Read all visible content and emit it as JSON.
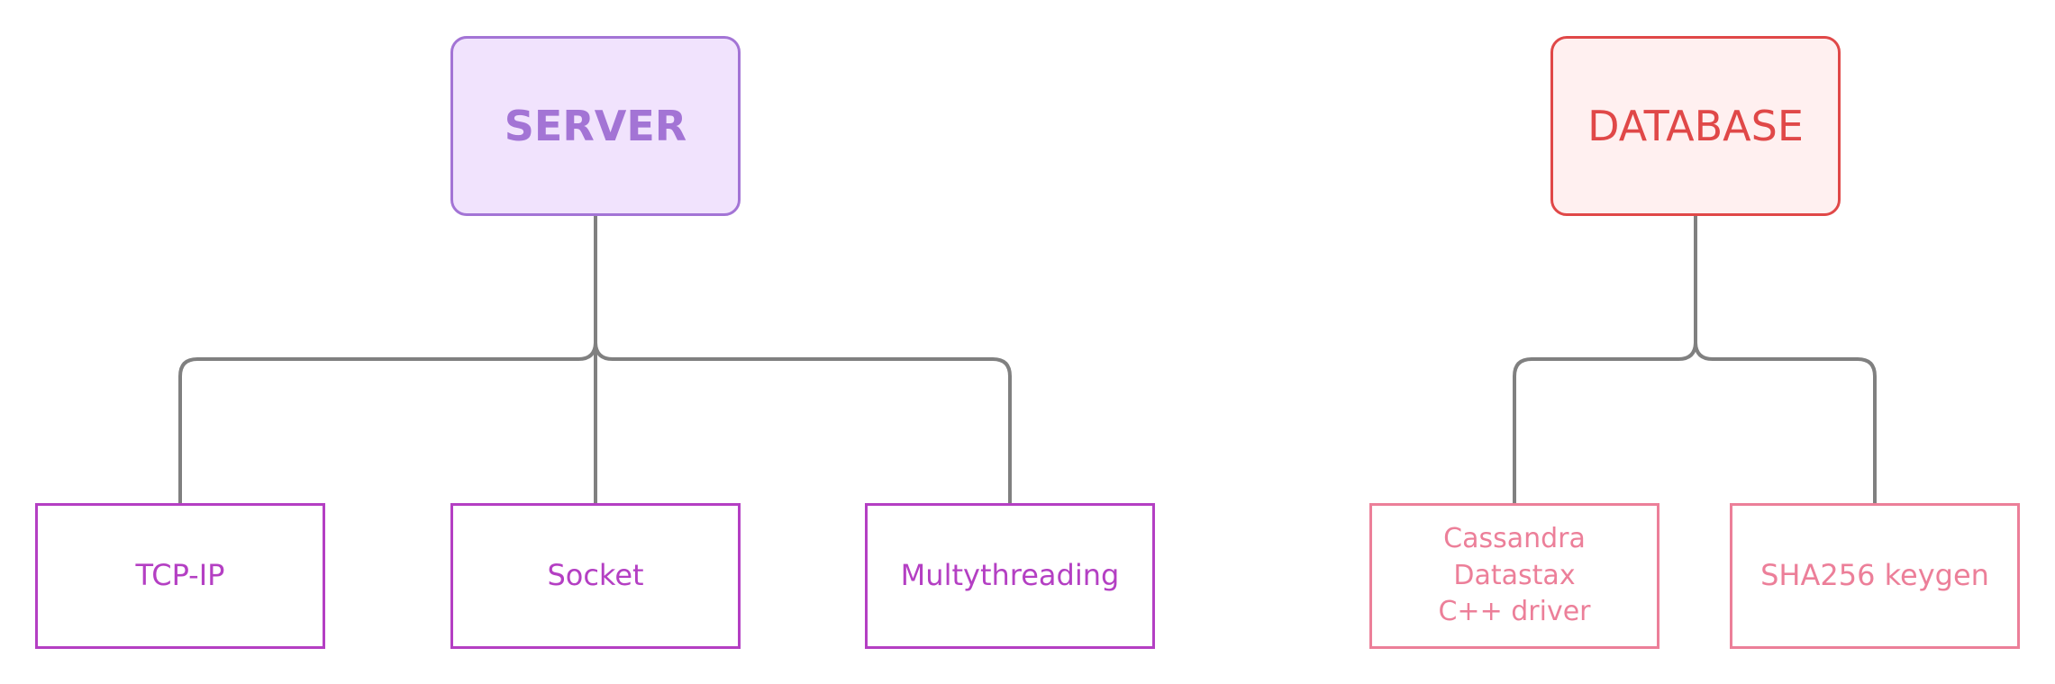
{
  "diagram": {
    "server": {
      "label": "SERVER",
      "children": [
        {
          "label": "TCP-IP"
        },
        {
          "label": "Socket"
        },
        {
          "label": "Multythreading"
        }
      ]
    },
    "database": {
      "label": "DATABASE",
      "children": [
        {
          "label_line1": "Cassandra Datastax",
          "label_line2": "C++ driver"
        },
        {
          "label": "SHA256 keygen"
        }
      ]
    },
    "colors": {
      "server_border": "#a374d5",
      "server_fill": "#f1e3fd",
      "server_children": "#b43fc3",
      "database_border": "#e04848",
      "database_fill": "#fff0f0",
      "database_children": "#ec7f99",
      "connector": "#808080"
    }
  }
}
